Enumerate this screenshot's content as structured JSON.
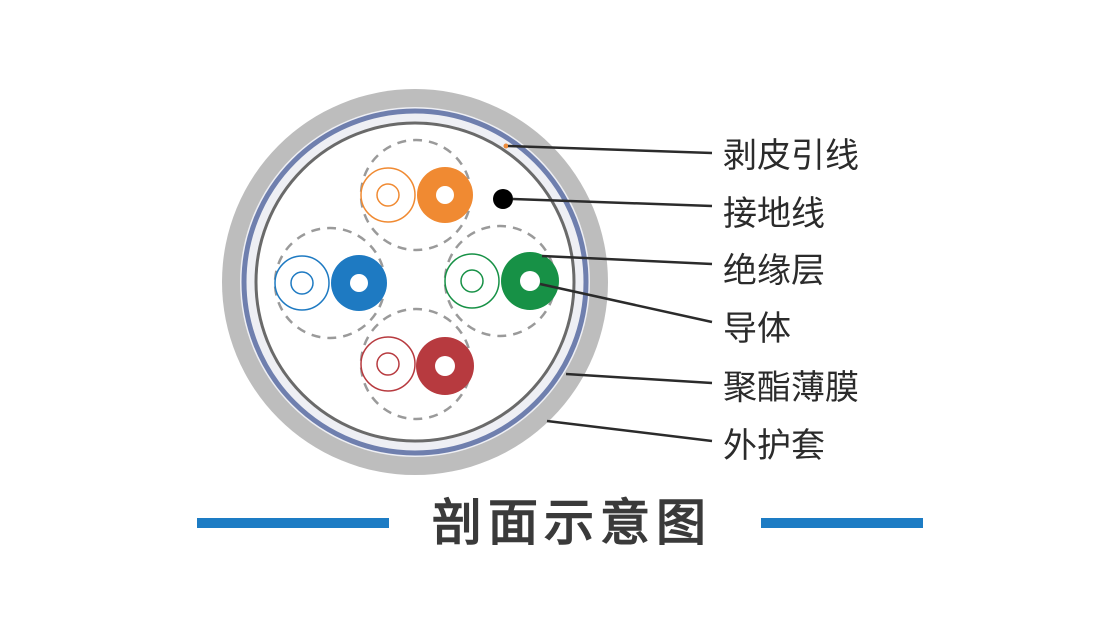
{
  "labels": {
    "drain_tab": "剥皮引线",
    "ground_wire": "接地线",
    "insulation": "绝缘层",
    "conductor": "导体",
    "polyester_film": "聚酯薄膜",
    "outer_sheath": "外护套"
  },
  "caption": "剖面示意图",
  "colors": {
    "sheath": "#bdbdbd",
    "film": "#6f7fae",
    "core_ring": "#6a6a6a",
    "drain_tab": "#ec8a3a",
    "ground_wire": "#000000",
    "caption_bar": "#1d7cc4",
    "pairs": {
      "orange": "#f08a32",
      "blue": "#1e7ac2",
      "green": "#179146",
      "red": "#b73a3f"
    }
  }
}
